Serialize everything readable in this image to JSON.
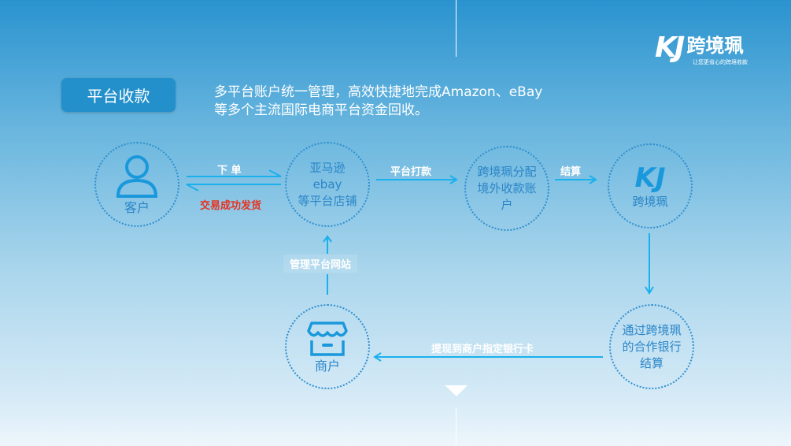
{
  "logo": {
    "mark": "KJ",
    "name": "跨境珮",
    "slogan": "让您更省心的跨境收款"
  },
  "title_button": "平台收款",
  "description": "多平台账户统一管理，高效快捷地完成Amazon、eBay等多个主流国际电商平台资金回收。",
  "nodes": {
    "customer": "客户",
    "platform": [
      "亚马逊",
      "ebay",
      "等平台店铺"
    ],
    "distribute": [
      "跨境珮分配",
      "境外收款账",
      "户"
    ],
    "kj": "跨境珮",
    "merchant": "商户",
    "bank": [
      "通过跨境珮",
      "的合作银行",
      "结算"
    ]
  },
  "edges": {
    "order": "下 单",
    "ship": "交易成功发货",
    "payout": "平台打款",
    "settle": "结算",
    "manage": "管理平台网站",
    "withdraw": "提现到商户指定银行卡"
  },
  "colors": {
    "accent": "#1ab0ec",
    "node_text": "#2a85c8",
    "ship": "#e8321e"
  }
}
